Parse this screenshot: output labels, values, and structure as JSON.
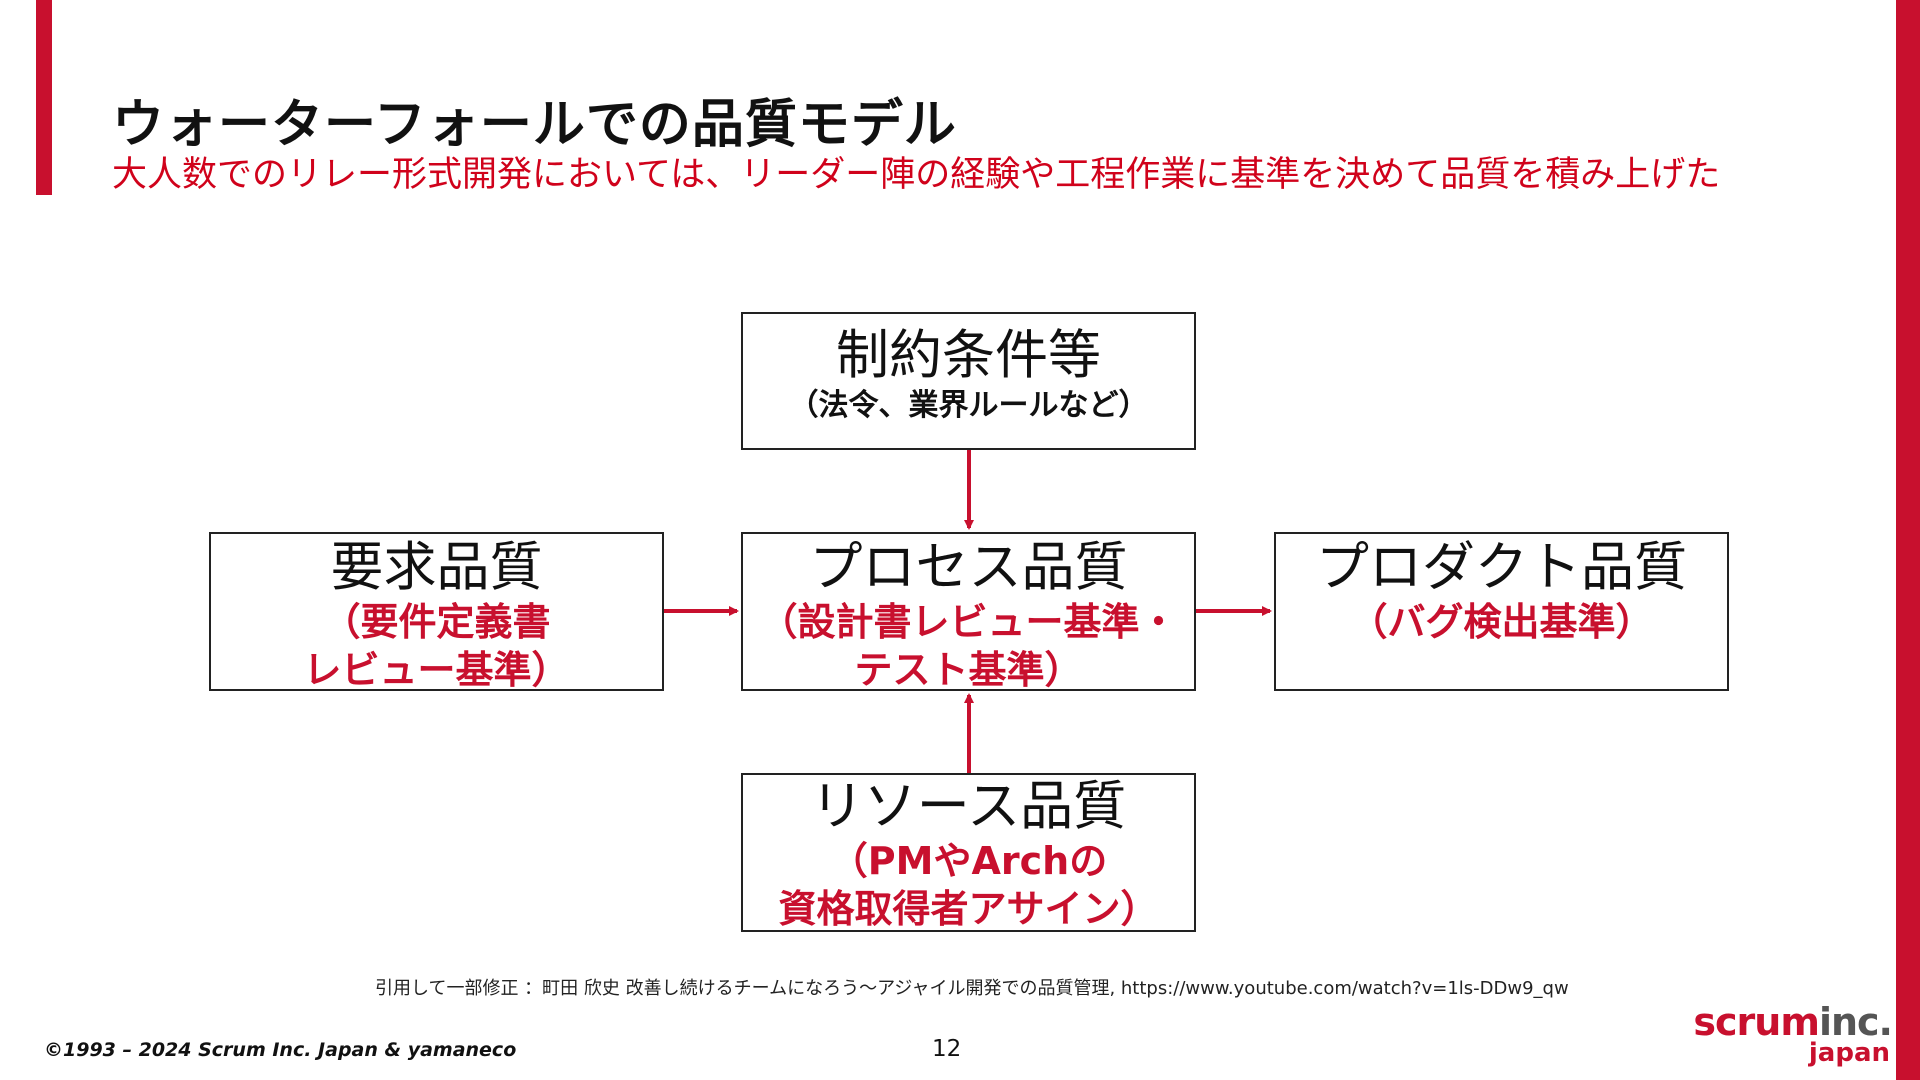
{
  "slide": {
    "title": "ウォーターフォールでの品質モデル",
    "subtitle": "大人数でのリレー形式開発においては、リーダー陣の経験や工程作業に基準を決めて品質を積み上げた"
  },
  "diagram": {
    "constraints": {
      "main": "制約条件等",
      "sub": "（法令、業界ルールなど）"
    },
    "requirements": {
      "main": "要求品質",
      "sub_line1": "（要件定義書",
      "sub_line2": "レビュー基準）"
    },
    "process": {
      "main": "プロセス品質",
      "sub_line1": "（設計書レビュー基準・",
      "sub_line2": "テスト基準）"
    },
    "product": {
      "main": "プロダクト品質",
      "sub_line1": "（バグ検出基準）"
    },
    "resource": {
      "main": "リソース品質",
      "sub_line1": "（PMやArchの",
      "sub_line2": "資格取得者アサイン）"
    }
  },
  "footer": {
    "citation": "引用して一部修正 ：町田 欣史 改善し続けるチームになろう～アジャイル開発での品質管理, https://www.youtube.com/watch?v=1ls-DDw9_qw",
    "copyright": "©1993 – 2024 Scrum Inc. Japan & yamaneco",
    "page_number": "12",
    "logo_scrum": "scrum",
    "logo_inc": "inc.",
    "logo_japan": "japan"
  },
  "colors": {
    "accent": "#c8102e",
    "text": "#111111",
    "subtitle": "#d0021b"
  }
}
